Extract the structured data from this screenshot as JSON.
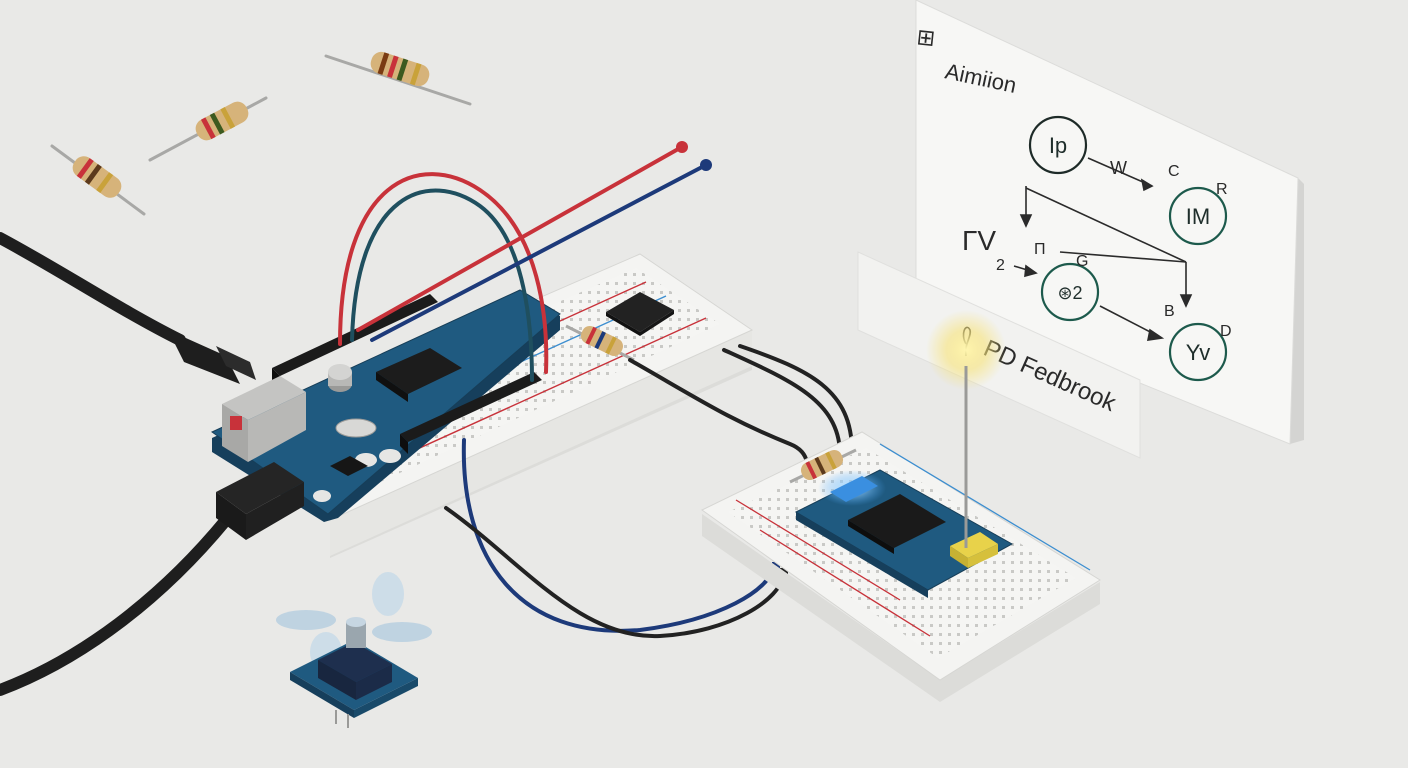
{
  "scene": {
    "background": "#e9e9e7",
    "board_color": "#1f5a80",
    "breadboard_color": "#f3f3f1",
    "wire_colors": {
      "red": "#c8323a",
      "blue": "#1d3a7a",
      "teal": "#1f4f5f",
      "black": "#222222"
    },
    "led_color": "#f6e08a"
  },
  "diagram": {
    "title": "Aimiion",
    "title_glyph": "⊞",
    "nodes": [
      {
        "label": "Ip"
      },
      {
        "label": "IM"
      },
      {
        "label": "⊛2"
      },
      {
        "label": "Yv"
      }
    ],
    "letters": {
      "w": "W",
      "c": "C",
      "r": "R",
      "g": "G",
      "b": "B",
      "d": "D",
      "n": "Π"
    },
    "side_label": "ΓV",
    "side_sub": "2"
  },
  "note": {
    "text": "PD Fedbrook",
    "icon": "pin-icon"
  },
  "fan": {
    "icon": "fan-icon"
  }
}
